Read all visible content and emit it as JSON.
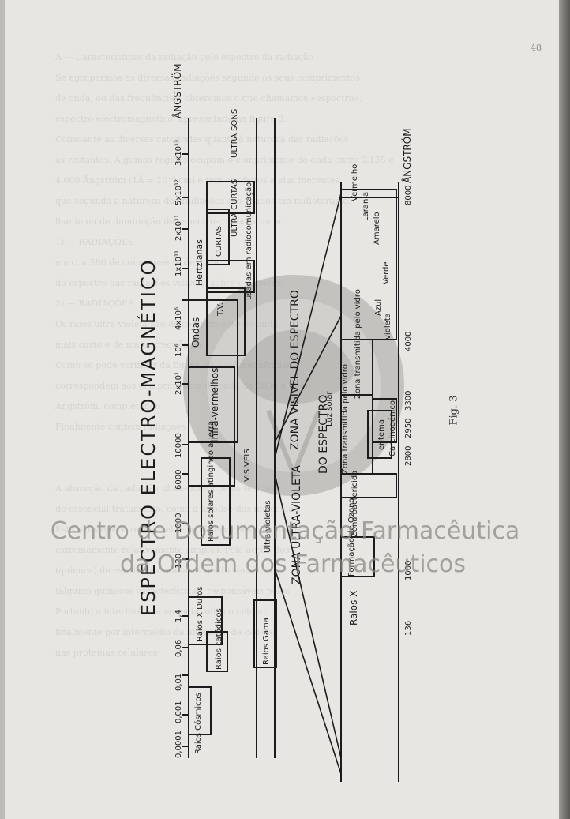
{
  "figure": {
    "title": "ESPECTRO ELECTRO-MAGNÉTICO",
    "label": "Fig. 3",
    "angstrom_label": "ÅNGSTRÖM",
    "top_scale_ticks": [
      "0,0001",
      "0,001",
      "0,01",
      "0,06",
      "1,4",
      "120",
      "1000",
      "6000",
      "10000",
      "2x10¹",
      "10⁶",
      "4x10⁶",
      "1x10¹¹",
      "2x10¹¹",
      "5x10¹²",
      "3x10¹³"
    ],
    "top_bands": [
      "Raios Cósmicos",
      "Raios X Duros",
      "Raios catódicos",
      "Raios Gama",
      "Ultra-violetas",
      "Raios solares atingindo a Terra",
      "VISIVEIS",
      "Infra-vermelhos",
      "Ondas",
      "T.V.",
      "Hertzianas",
      "CURTAS",
      "ULTRA CURTAS",
      "usadas em radiocomunicação",
      "ULTRA SONS"
    ],
    "zone_uv": "ZONA ULTRA-VIOLETA",
    "zone_visible": "ZONA VISIVEL DO ESPECTRO",
    "zone_visible_repeat": "DO ESPECTRO",
    "bottom_scale_ticks": [
      "136",
      "1000",
      "2800",
      "2950",
      "3300",
      "4000",
      "8000"
    ],
    "bottom_bands": [
      "Raios X",
      "Formação de Ozono",
      "Zona bactericida",
      "Luz solar",
      "Zona transmitida pelo vidro",
      "Zona transmitida pelo vidro",
      "eritema",
      "Carcinogénico",
      "violeta",
      "Azul",
      "Verde",
      "Amarelo",
      "Laranja",
      "Vermelho"
    ]
  },
  "page_number": "48",
  "watermark": [
    "Centro de Documentação Farmacêutica",
    "da Ordem dos Farmacêuticos"
  ],
  "bleed_text": "A — Características da radiação pelo espectro da radiação\nSe agruparmos as diversas radiações segundo os seus comprimentos\nde onda, ou das frequências, obteremos o que chamamos «espectro»,\nespectro electromagnético, apresentado na figura 3.\nConsoante as diversas categorias quanto à natureza das radiações\nas restantes. Algumas regiões ocupam o comprimento de onda entre 0,135 e\n4.000 Ångström (1Å = 10⁻⁸ cm) e tem os efeitos a elas inerentes\nque segundo a natureza das radiações são usados em radioterapia.\nlhante ou de iluminação de espectros, uma fórmula\n1) — RADIAÇÕES\nem c. a 580 de comprimento de onda\ndo espectro das radiações visíveis, sobre o espectro\n2) — RADIAÇÕES\nOs raios ultra-violeta são de comprimento de onda\nmais curto e de maior frequência\nComo se pode verificar da figura, as suas frequências\ncorrespondem aos comprimentos de onda de 2000 a 4000\nAngström, completando\nFinalmente contém radiações\n\n\nA absorção da radiação ultra-violeta pelos tecidos\nde essencial tratamento, como a fotólise das moléculas\nEsta activação é reversível, e se observa nos compostos\nextremamente relativamente simples. Pela acção dos\n(química) de estruturas celulares muito sensíveis\n(alguns) químicos características, responsáveis pelos\nPortanto a interferência no metabolismo celular\nfinalmente por intermédio da alteração de cadeias\nnas proteínas celulares."
}
